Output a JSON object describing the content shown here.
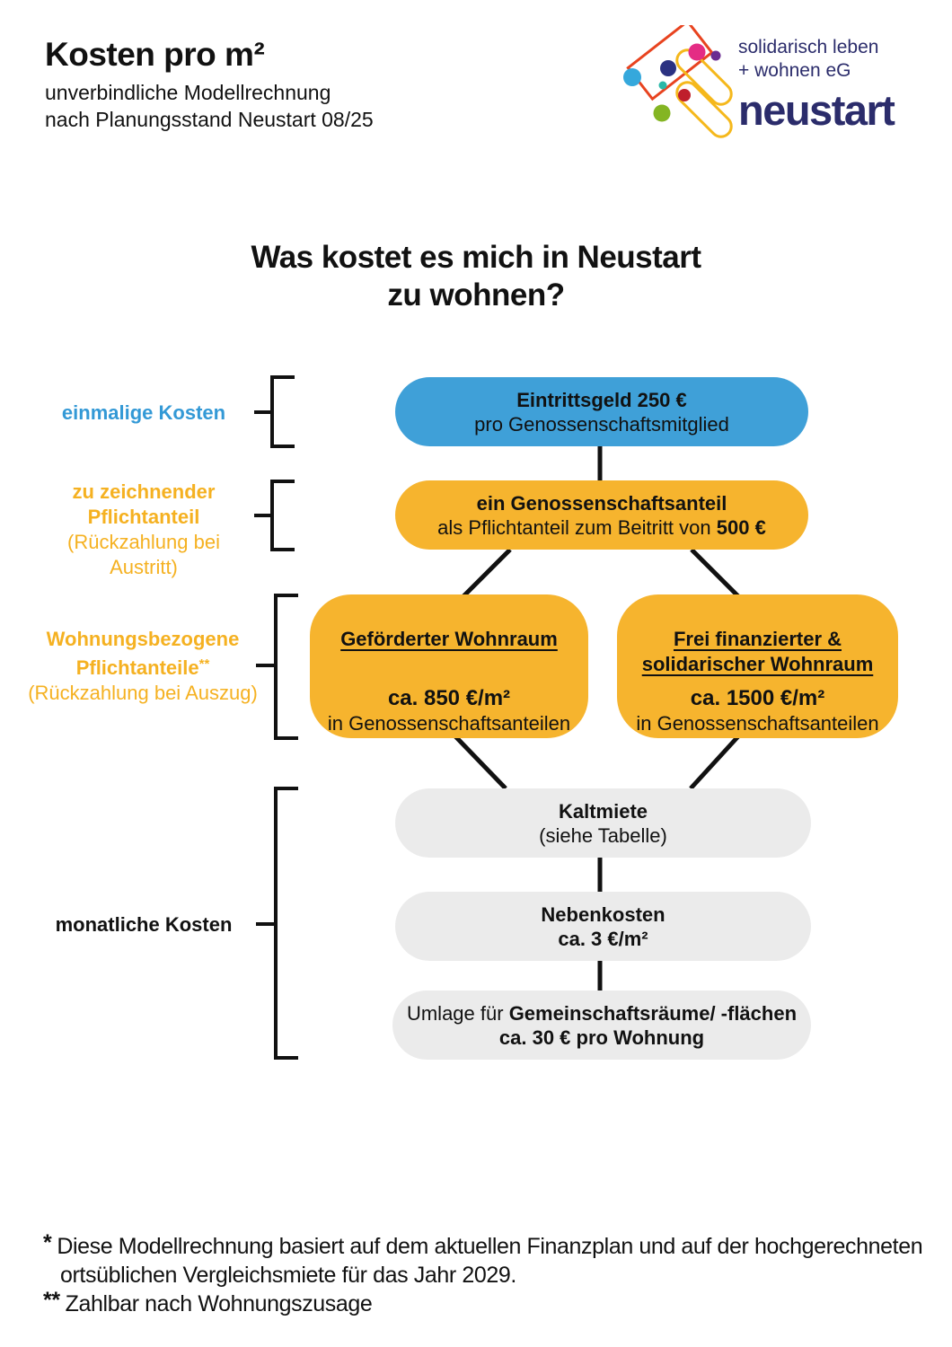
{
  "page": {
    "title": "Kosten pro m²",
    "subtitle_line1": "unverbindliche Modellrechnung",
    "subtitle_line2": "nach Planungsstand Neustart 08/25"
  },
  "logo": {
    "tagline_line1": "solidarisch leben",
    "tagline_line2": "+ wohnen eG",
    "brand": "neustart",
    "colors": {
      "navy_text": "#2b2c6b",
      "red_frame": "#e8431f",
      "yellow_chain": "#f5b81c",
      "dot_lightblue": "#35a8dc",
      "dot_navy": "#2b3181",
      "dot_pink": "#e42c84",
      "dot_purple": "#6a2c91",
      "dot_teal": "#29b8a8",
      "dot_darkred": "#bf1f2c",
      "dot_green": "#84b523"
    }
  },
  "heading": {
    "line1": "Was kostet es mich in Neustart",
    "line2": "zu wohnen?"
  },
  "side_labels": {
    "einmalige": {
      "text": "einmalige Kosten",
      "color": "#3399d6"
    },
    "pflichtanteil": {
      "line1": "zu zeichnender",
      "line2": "Pflichtanteil",
      "line3": "(Rückzahlung bei Austritt)",
      "color": "#f5b121"
    },
    "wohnungsbezogene": {
      "line1": "Wohnungsbezogene",
      "line2": "Pflichtanteile",
      "line2_mark": "**",
      "line3": "(Rückzahlung bei Auszug)",
      "color": "#f5b121"
    },
    "monatliche": {
      "text": "monatliche Kosten",
      "color": "#111111"
    }
  },
  "boxes": {
    "eintrittsgeld": {
      "title": "Eintrittsgeld 250 €",
      "subtitle": "pro Genossenschaftsmitglied",
      "color": "#3fa0d8"
    },
    "anteil": {
      "title": "ein Genossenschaftsanteil",
      "subtitle_prefix": "als Pflichtanteil zum Beitritt von ",
      "subtitle_bold": "500 €",
      "color": "#f6b42e"
    },
    "gefoerdert": {
      "title": "Geförderter Wohnraum",
      "price": "ca. 850 €/m²",
      "note": "in Genossenschaftsanteilen",
      "color": "#f6b42e"
    },
    "frei": {
      "title_line1": "Frei finanzierter &",
      "title_line2": "solidarischer Wohnraum",
      "price": "ca. 1500 €/m²",
      "note": "in Genossenschaftsanteilen",
      "color": "#f6b42e"
    },
    "kaltmiete": {
      "title": "Kaltmiete",
      "subtitle": "(siehe Tabelle)",
      "color": "#ebebeb"
    },
    "nebenkosten": {
      "title": "Nebenkosten",
      "subtitle": "ca. 3 €/m²",
      "color": "#ebebeb"
    },
    "umlage": {
      "line1_prefix": "Umlage für ",
      "line1_bold": "Gemeinschaftsräume/ -flächen",
      "line2": "ca. 30 € pro Wohnung",
      "color": "#ebebeb"
    }
  },
  "footnotes": {
    "star1_mark": "*",
    "star1_line1": "Diese Modellrechnung basiert auf dem aktuellen Finanzplan und auf der hochgerechneten",
    "star1_line2": "ortsüblichen Vergleichsmiete für das Jahr 2029.",
    "star2_mark": "**",
    "star2_text": "Zahlbar nach Wohnungszusage"
  }
}
